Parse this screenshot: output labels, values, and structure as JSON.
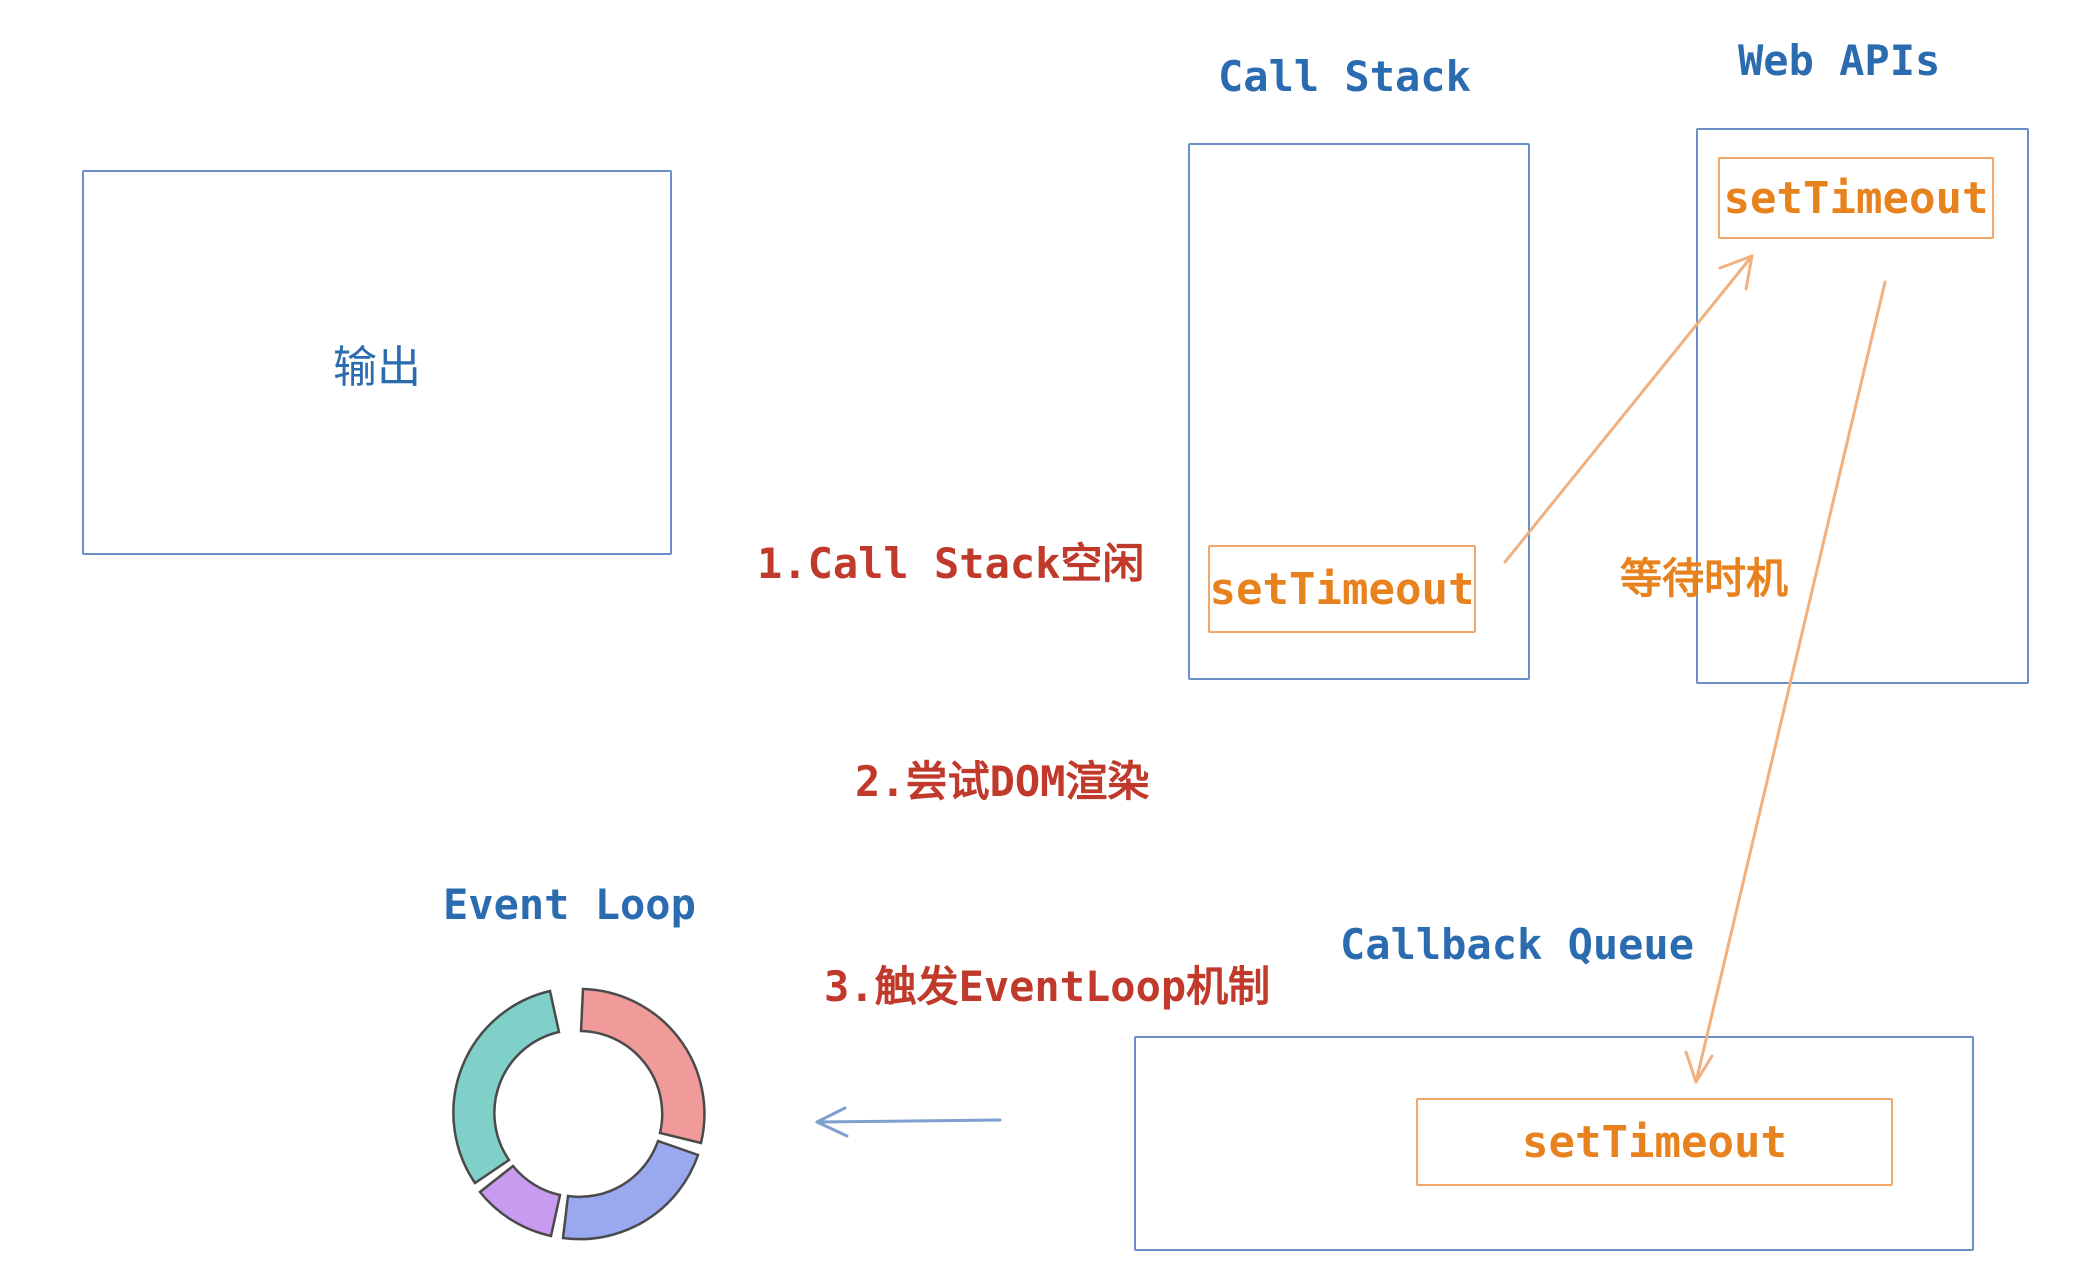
{
  "output": {
    "label": "输出"
  },
  "call_stack": {
    "title": "Call Stack",
    "item": "setTimeout"
  },
  "web_apis": {
    "title": "Web APIs",
    "item": "setTimeout"
  },
  "callback_queue": {
    "title": "Callback Queue",
    "item": "setTimeout"
  },
  "event_loop": {
    "title": "Event Loop",
    "segment_colors": [
      "#7fd0c8",
      "#f09a9a",
      "#9aa8f0",
      "#c89af0"
    ]
  },
  "steps": {
    "step1": "1.Call Stack空闲",
    "step2": "2.尝试DOM渲染",
    "step3": "3.触发EventLoop机制"
  },
  "wait_label": "等待时机",
  "colors": {
    "box": "#6b8fc9",
    "title": "#2b6cb0",
    "step": "#c0392b",
    "flow": "#e8821f",
    "flow_line": "#f0b080"
  }
}
